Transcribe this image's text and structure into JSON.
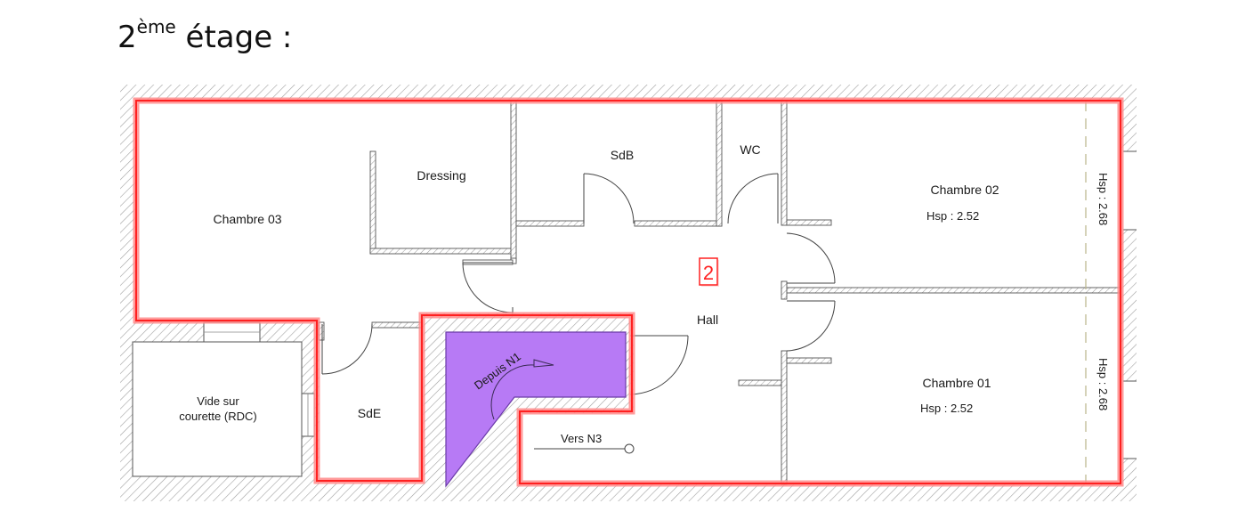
{
  "title": {
    "prefix": "2",
    "sup": "ème",
    "rest": " étage :"
  },
  "plan": {
    "level_marker": "2",
    "rooms": {
      "chambre03": {
        "name": "Chambre 03"
      },
      "dressing": {
        "name": "Dressing"
      },
      "sdb": {
        "name": "SdB"
      },
      "wc": {
        "name": "WC"
      },
      "chambre02": {
        "name": "Chambre 02",
        "hsp": "Hsp : 2.52",
        "hsp_side": "Hsp : 2.68"
      },
      "chambre01": {
        "name": "Chambre 01",
        "hsp": "Hsp : 2.52",
        "hsp_side": "Hsp : 2.68"
      },
      "hall": {
        "name": "Hall"
      },
      "vide": {
        "line1": "Vide sur",
        "line2": "courette (RDC)"
      },
      "sde": {
        "name": "SdE"
      }
    },
    "stairs": {
      "from_label": "Depuis N1",
      "to_label": "Vers N3"
    },
    "colors": {
      "outline_red": "#ff2a2a",
      "outline_glow": "#ff8a8a",
      "stair_fill": "#b77af5",
      "stair_stroke": "#6a3aa8",
      "wall_hatch": "#9a9a9a",
      "ceiling_dash": "#b9b48a"
    }
  }
}
